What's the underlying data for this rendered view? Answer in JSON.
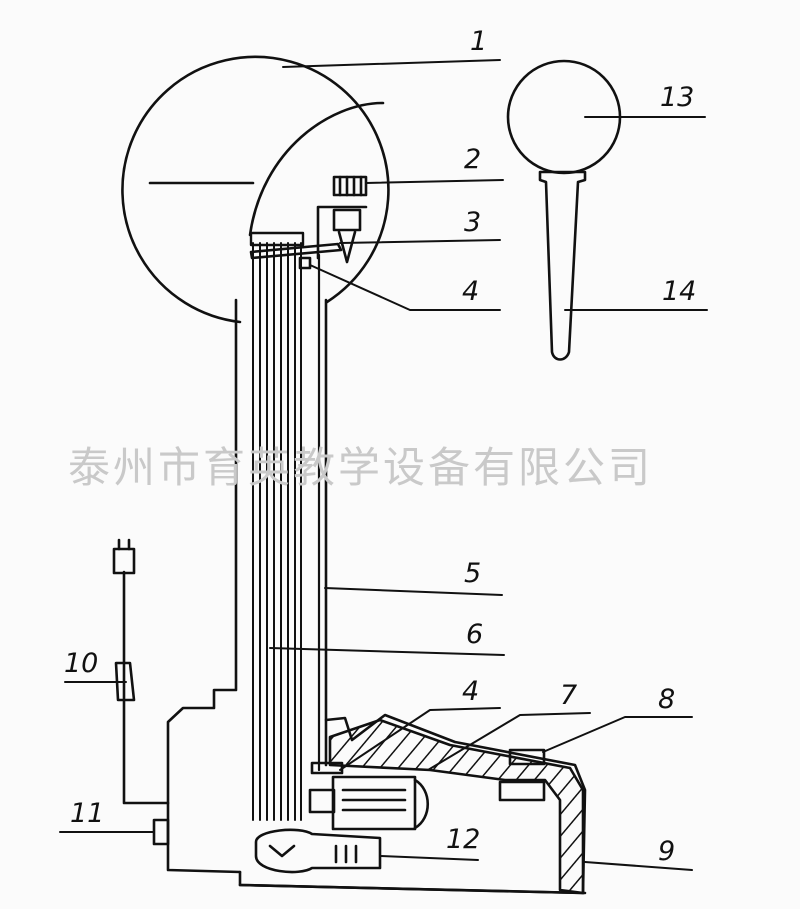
{
  "watermark": "泰州市育英教学设备有限公司",
  "callouts": [
    {
      "id": "c1",
      "text": "1"
    },
    {
      "id": "c2",
      "text": "2"
    },
    {
      "id": "c3",
      "text": "3"
    },
    {
      "id": "c4a",
      "text": "4"
    },
    {
      "id": "c5",
      "text": "5"
    },
    {
      "id": "c6",
      "text": "6"
    },
    {
      "id": "c4b",
      "text": "4"
    },
    {
      "id": "c7",
      "text": "7"
    },
    {
      "id": "c8",
      "text": "8"
    },
    {
      "id": "c9",
      "text": "9"
    },
    {
      "id": "c10",
      "text": "10"
    },
    {
      "id": "c11",
      "text": "11"
    },
    {
      "id": "c12",
      "text": "12"
    },
    {
      "id": "c13",
      "text": "13"
    },
    {
      "id": "c14",
      "text": "14"
    }
  ],
  "colors": {
    "ink": "#111111",
    "paper": "#fbfbfb",
    "watermark": "#c9c9c9"
  }
}
